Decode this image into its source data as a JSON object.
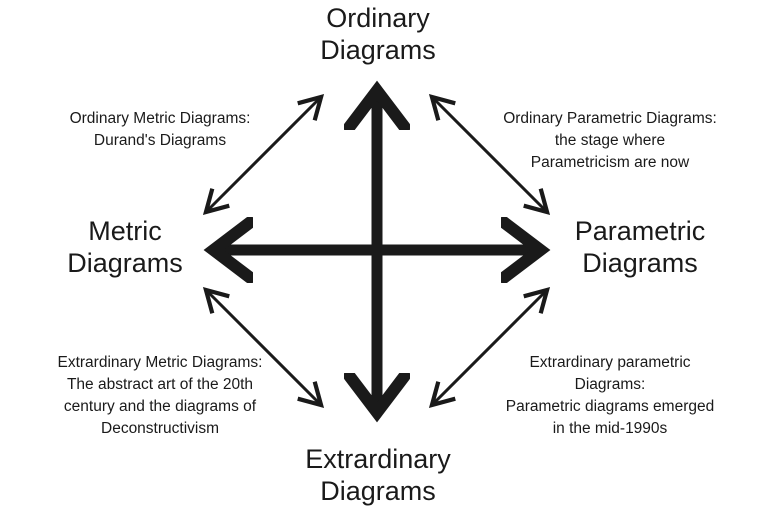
{
  "axes": {
    "top": {
      "line1": "Ordinary",
      "line2": "Diagrams"
    },
    "bottom": {
      "line1": "Extrardinary",
      "line2": "Diagrams"
    },
    "left": {
      "line1": "Metric",
      "line2": "Diagrams"
    },
    "right": {
      "line1": "Parametric",
      "line2": "Diagrams"
    }
  },
  "quadrants": {
    "top_left": {
      "lines": [
        "Ordinary Metric Diagrams:",
        "Durand's Diagrams"
      ]
    },
    "top_right": {
      "lines": [
        "Ordinary Parametric Diagrams:",
        "the stage where",
        "Parametricism are now"
      ]
    },
    "bottom_left": {
      "lines": [
        "Extrardinary Metric Diagrams:",
        "The abstract art of the 20th",
        "century and the diagrams of",
        "Deconstructivism"
      ]
    },
    "bottom_right": {
      "lines": [
        "Extrardinary parametric",
        "Diagrams:",
        "Parametric diagrams emerged",
        "in the mid-1990s"
      ]
    }
  },
  "colors": {
    "ink": "#1a1a1a",
    "background": "#ffffff"
  }
}
